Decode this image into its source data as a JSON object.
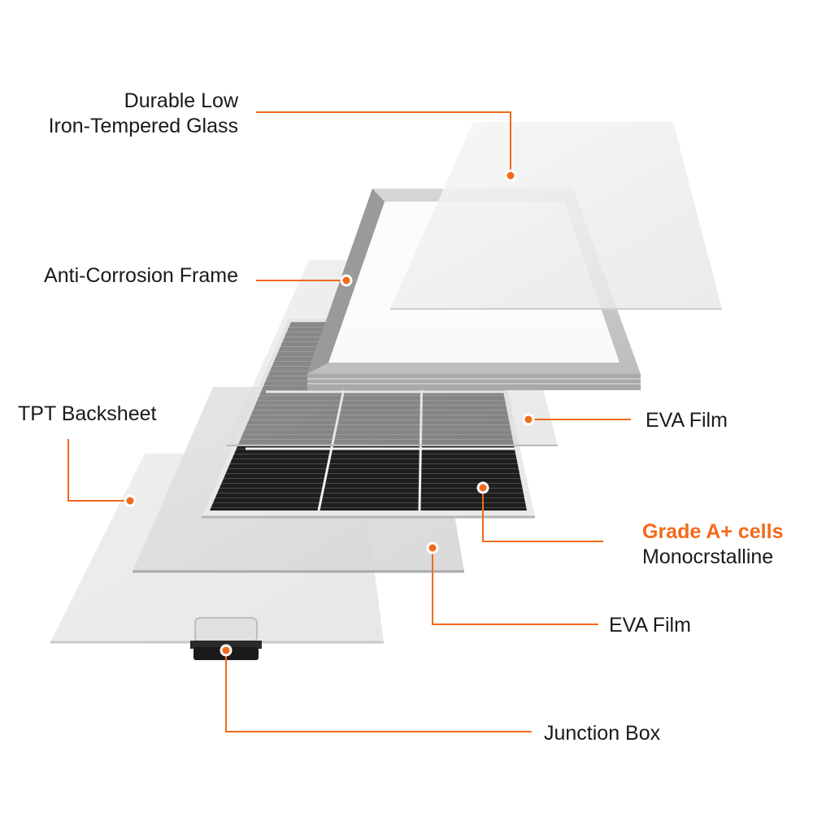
{
  "colors": {
    "accent": "#f26a1b",
    "text": "#1a1a1a",
    "cell": "#1e1e1e",
    "glass": "#eeeeee",
    "sheet": "#dedede"
  },
  "labels": {
    "glass_line1": "Durable Low",
    "glass_line2": "Iron-Tempered Glass",
    "frame": "Anti-Corrosion Frame",
    "backsheet": "TPT Backsheet",
    "eva_top": "EVA Film",
    "cells_grade": "Grade A+ cells",
    "cells_type": "Monocrstalline",
    "eva_bottom": "EVA Film",
    "junction_box": "Junction Box"
  }
}
